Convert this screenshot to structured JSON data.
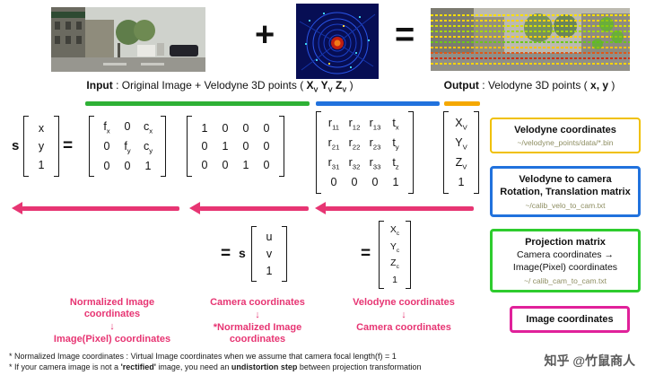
{
  "colors": {
    "pink": "#e73573",
    "green_bar": "#2eb135",
    "blue_bar": "#2172dd",
    "orange_bar": "#f5a800",
    "yellow_box_border": "#f0c000",
    "blue_box_border": "#2172dd",
    "green_box_border": "#2ecc2e",
    "magenta_box_border": "#e0219a"
  },
  "top": {
    "plus": "+",
    "equals": "="
  },
  "captions": {
    "input_label": "Input",
    "input_text": " : Original Image + Velodyne 3D points ( ",
    "input_vars": "X_V Y_V Z_V",
    "input_close": " )",
    "output_label": "Output",
    "output_text": " : Velodyne 3D points ( ",
    "output_vars": "x, y",
    "output_close": " )"
  },
  "equation": {
    "scale": "s",
    "eq": "=",
    "pixel_vec": [
      [
        "x"
      ],
      [
        "y"
      ],
      [
        "1"
      ]
    ],
    "intrinsic": [
      [
        "f_x",
        "0",
        "c_x"
      ],
      [
        "0",
        "f_y",
        "c_y"
      ],
      [
        "0",
        "0",
        "1"
      ]
    ],
    "projection": [
      [
        "1",
        "0",
        "0",
        "0"
      ],
      [
        "0",
        "1",
        "0",
        "0"
      ],
      [
        "0",
        "0",
        "1",
        "0"
      ]
    ],
    "extrinsic": [
      [
        "r_11",
        "r_12",
        "r_13",
        "t_x"
      ],
      [
        "r_21",
        "r_22",
        "r_23",
        "t_y"
      ],
      [
        "r_31",
        "r_32",
        "r_33",
        "t_z"
      ],
      [
        "0",
        "0",
        "0",
        "1"
      ]
    ],
    "velodyne_vec": [
      [
        "X_V"
      ],
      [
        "Y_V"
      ],
      [
        "Z_V"
      ],
      [
        "1"
      ]
    ],
    "uv_eq": "=",
    "uv_s": "s",
    "uv_vec": [
      [
        "u"
      ],
      [
        "v"
      ],
      [
        "1"
      ]
    ],
    "cam_eq": "=",
    "cam_vec": [
      [
        "X_c"
      ],
      [
        "Y_c"
      ],
      [
        "Z_c"
      ],
      [
        "1"
      ]
    ]
  },
  "flow_arrow": "↓",
  "flow_labels": [
    {
      "from": "Normalized Image coordinates",
      "to": "Image(Pixel) coordinates"
    },
    {
      "from": "Camera coordinates",
      "to": "*Normalized Image coordinates"
    },
    {
      "from": "Velodyne coordinates",
      "to": "Camera coordinates"
    }
  ],
  "legend_boxes": {
    "velodyne": {
      "title": "Velodyne coordinates",
      "path": "~/velodyne_points/data/*.bin"
    },
    "extrinsic": {
      "title1": "Velodyne to camera",
      "title2": "Rotation, Translation matrix",
      "path": "~/calib_velo_to_cam.txt"
    },
    "projection": {
      "title": "Projection matrix",
      "line1": "Camera coordinates →",
      "line2": "Image(Pixel) coordinates",
      "path": "~/ calib_cam_to_cam.txt"
    },
    "image": {
      "title": "Image coordinates"
    }
  },
  "footnotes": {
    "line1": "* Normalized Image coordinates : Virtual Image coordinates when we assume that camera focal length(f) = 1",
    "line2_pre": "* If your camera image is not a ",
    "line2_em1": "'rectified'",
    "line2_mid": " image, you need an ",
    "line2_em2": "undistortion step",
    "line2_post": " between projection transformation"
  },
  "watermark": "知乎 @竹鼠商人"
}
